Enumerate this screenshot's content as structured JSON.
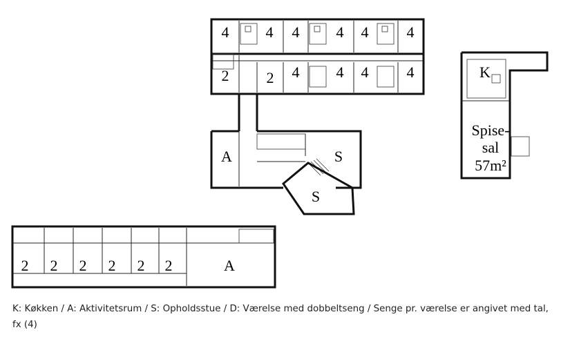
{
  "rooms": {
    "top_row": [
      "4",
      "4",
      "4",
      "4",
      "4",
      "4"
    ],
    "second_row_left": [
      "2",
      "2"
    ],
    "second_row_right": [
      "4",
      "4",
      "4",
      "4"
    ],
    "activity_upper": "A",
    "lounge_upper": "S",
    "lounge_lower": "S",
    "kitchen": "K",
    "dining_line1": "Spise-",
    "dining_line2": "sal",
    "dining_area": "57m²",
    "bottom_rooms": [
      "2",
      "2",
      "2",
      "2",
      "2",
      "2"
    ],
    "activity_lower": "A"
  },
  "caption": "K: Køkken / A: Aktivitetsrum / S: Opholdsstue / D: Værelse med dobbeltseng / Senge pr. værelse er angivet med tal, fx (4)"
}
